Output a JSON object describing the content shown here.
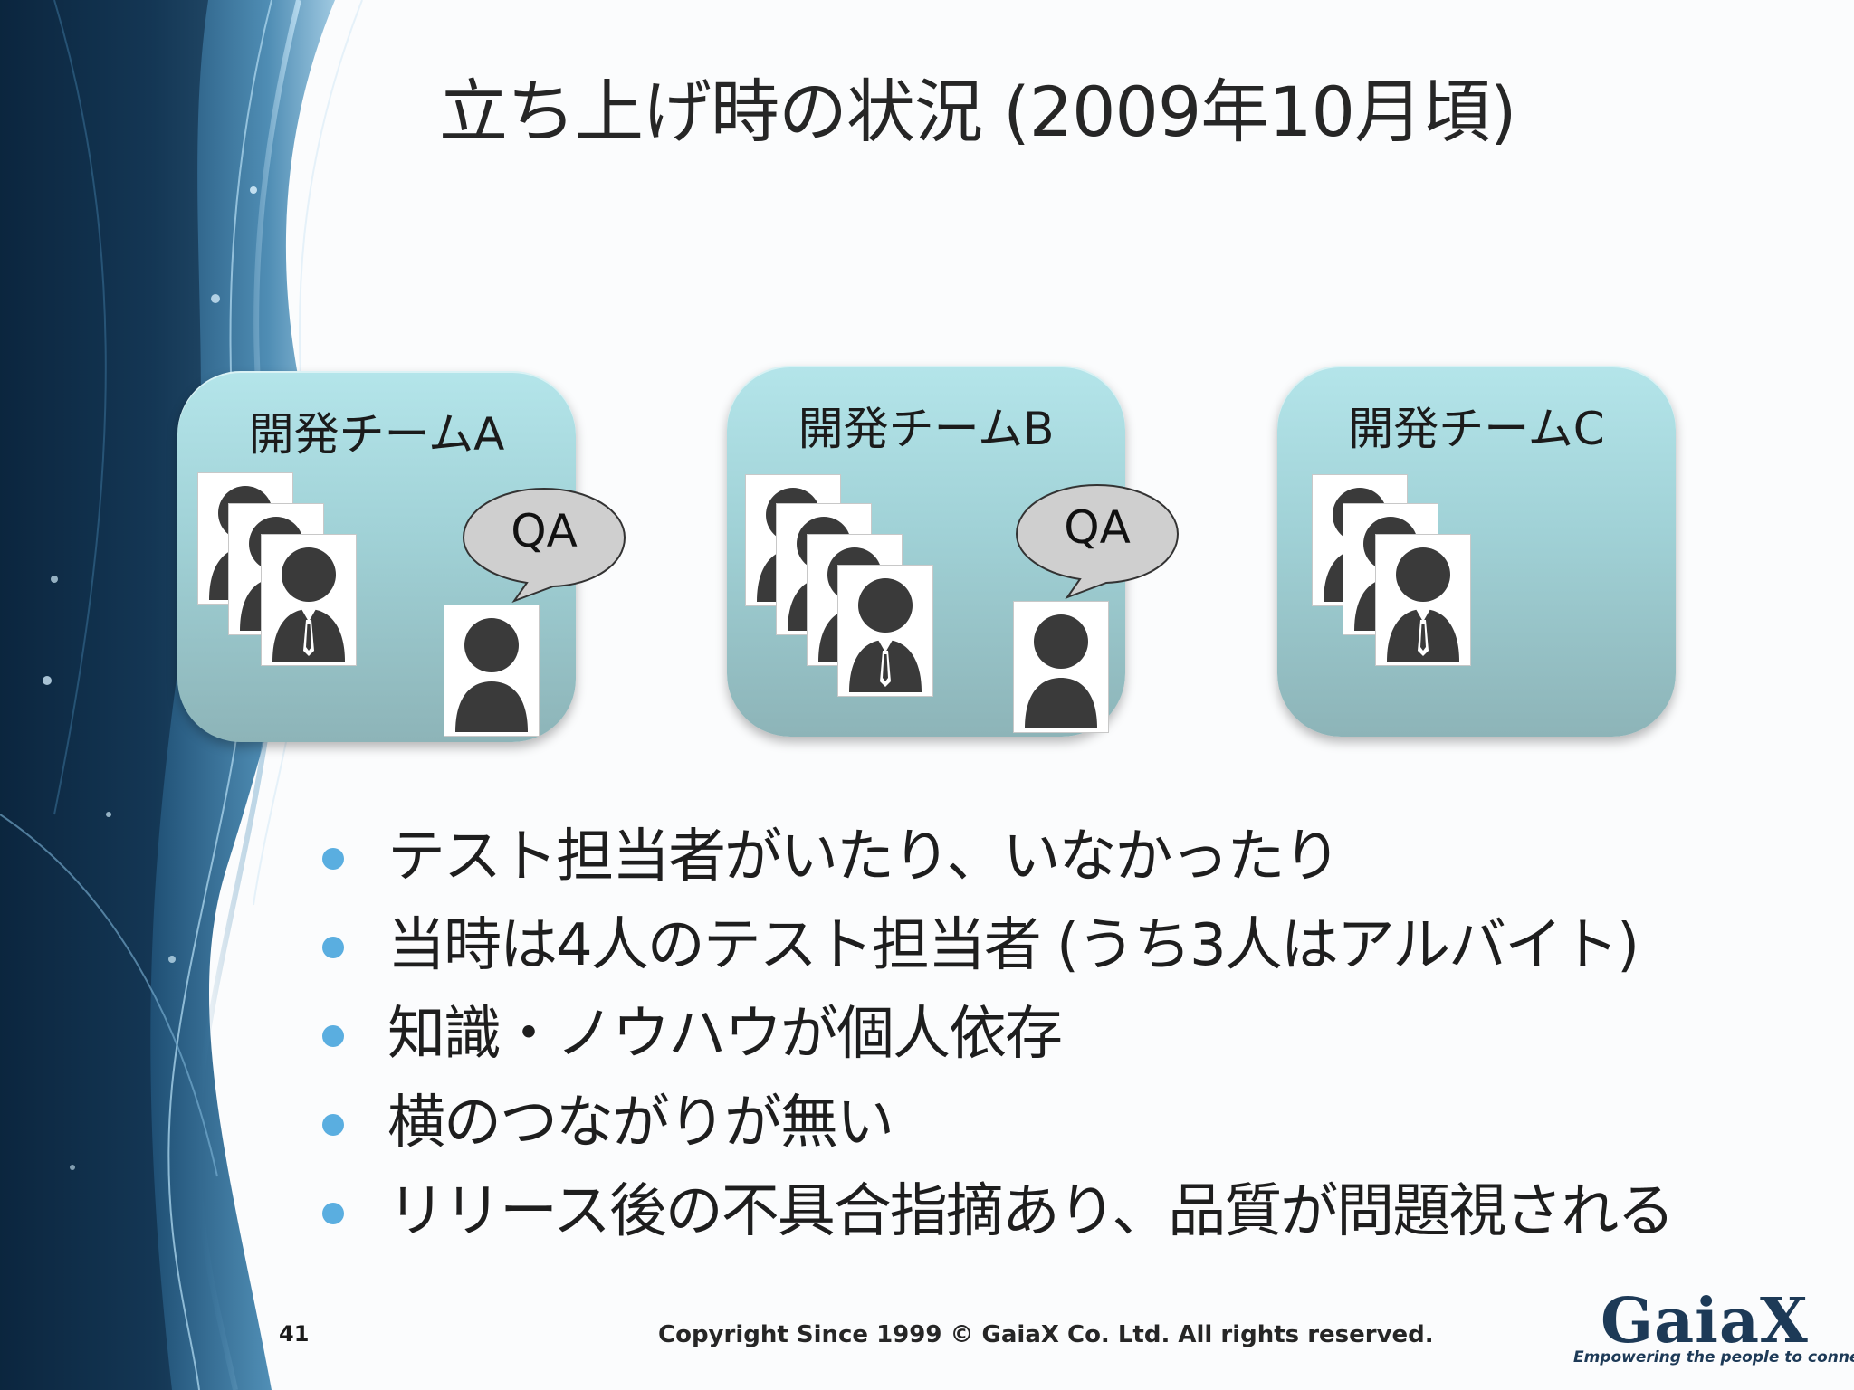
{
  "slide": {
    "title": "立ち上げ時の状況 (2009年10月頃)",
    "page_number": "41",
    "copyright": "Copyright Since 1999 © GaiaX Co. Ltd. All rights reserved."
  },
  "teams": [
    {
      "label": "開発チームA",
      "developer_count": 3,
      "has_qa": true,
      "qa_label": "QA"
    },
    {
      "label": "開発チームB",
      "developer_count": 4,
      "has_qa": true,
      "qa_label": "QA"
    },
    {
      "label": "開発チームC",
      "developer_count": 3,
      "has_qa": false
    }
  ],
  "bullets": [
    "テスト担当者がいたり、いなかったり",
    "当時は4人のテスト担当者 (うち3人はアルバイト)",
    "知識・ノウハウが個人依存",
    "横のつながりが無い",
    "リリース後の不具合指摘あり、品質が問題視される"
  ],
  "logo": {
    "name": "GaiaX",
    "tagline": "Empowering the people to connect"
  },
  "colors": {
    "bullet": "#5aaee0",
    "card_top": "#b4e5ea",
    "card_bottom": "#8db4b8",
    "logo": "#1d3a57"
  }
}
